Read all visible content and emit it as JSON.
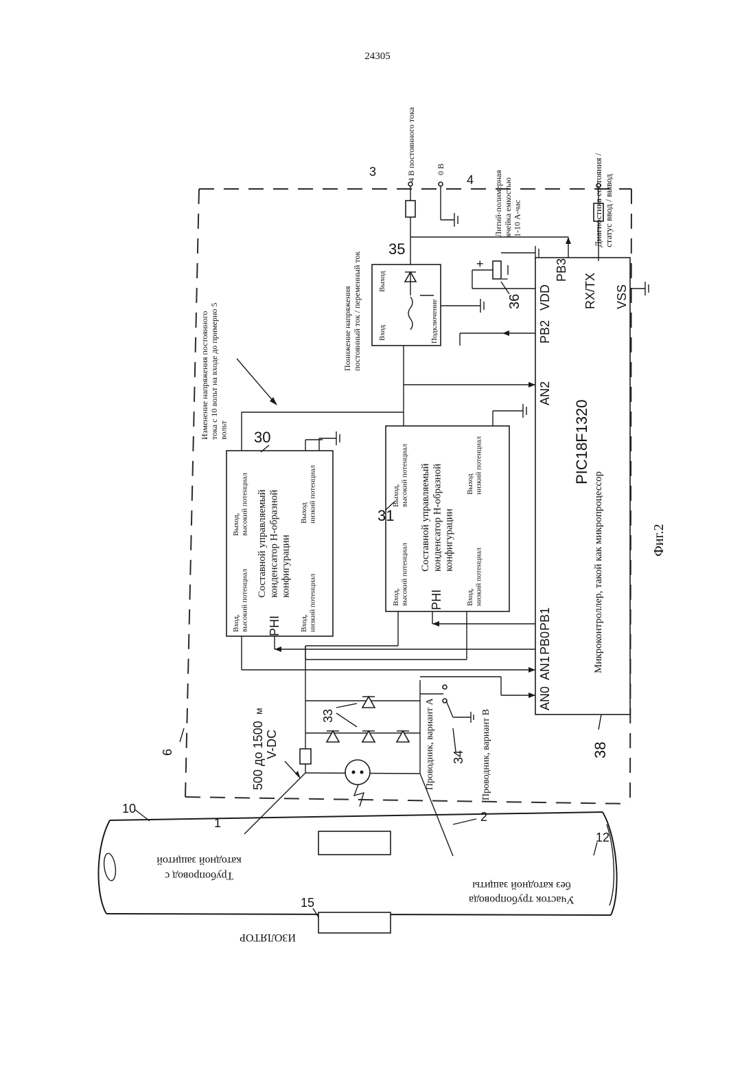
{
  "page_number": "24305",
  "figure_caption": "Фиг.2",
  "pipe": {
    "protected_label": "Трубопровод с катодной защитой",
    "protected_line1": "Трубопровод с",
    "protected_line2": "катодной защитой",
    "unprotected_line1": "Участок трубопровода",
    "unprotected_line2": "без катодной защиты",
    "isolator_label": "ИЗОЛЯТОР",
    "refs": {
      "protected": "10",
      "unprotected": "12",
      "isolator": "15"
    }
  },
  "wires": {
    "wire1": "1",
    "wire2": "2"
  },
  "enclosure_ref": "6",
  "voltage": {
    "line1": "500 до 1500",
    "unit": "м",
    "line2": "V-DC"
  },
  "diodes_ref": "33",
  "switch": {
    "ref": "34",
    "variant_a": "Проводник, вариант А",
    "variant_b": "Проводник, вариант В"
  },
  "capacitor_30": {
    "ref": "30",
    "input_high": "Вход,\nвысокий потенциал",
    "output_high": "Выход,\nвысокий потенциал",
    "title": "Составной управляемый\nконденсатор Н-образной\nконфигурации",
    "phi": "PHI",
    "input_low": "Вход,\nнизкий потенциал",
    "output_low": "Выход\nнизкий потенциал"
  },
  "capacitor_31": {
    "ref": "31",
    "input_high": "Вход,\nвысокий потенциал",
    "output_high": "Выход,\nвысокий потенциал",
    "title": "Составной управляемый\nконденсатор Н-образной\nконфигурации",
    "phi": "PHI",
    "input_low": "Вход,\nнизкий потенциал",
    "output_low": "Выход\nнизкий потенциал"
  },
  "dc_note": "Изменение напряжения постоянного\nтока с 10 вольт на входе до примерно 5\nвольт",
  "converter": {
    "ref": "35",
    "input": "Вход",
    "output": "Выход",
    "connect": "Подключение",
    "note": "Понижение напряжения\nпостоянный ток / переменный ток"
  },
  "terminals": {
    "t3_ref": "3",
    "t3_label": "4 В постоянного тока",
    "t4_ref": "4",
    "t4_label": "0 В",
    "diag_label": "Диагностика состояния /\nстатус ввод / вывод"
  },
  "battery": {
    "ref": "36",
    "label": "Литий-полимерная\nячейка емкостью\n1-10 А-час",
    "plus": "+",
    "minus": "−"
  },
  "mcu": {
    "ref": "38",
    "chip": "PIC18F1320",
    "description": "Микроконтроллер, такой как микропроцессор",
    "pins_left": [
      "AN0",
      "AN1",
      "PB0",
      "PB1"
    ],
    "pins_mid": [
      "AN2",
      "PB2"
    ],
    "pins_right_top": [
      "VDD",
      "PB3"
    ],
    "pins_right_bottom": [
      "RX/TX",
      "VSS"
    ]
  }
}
